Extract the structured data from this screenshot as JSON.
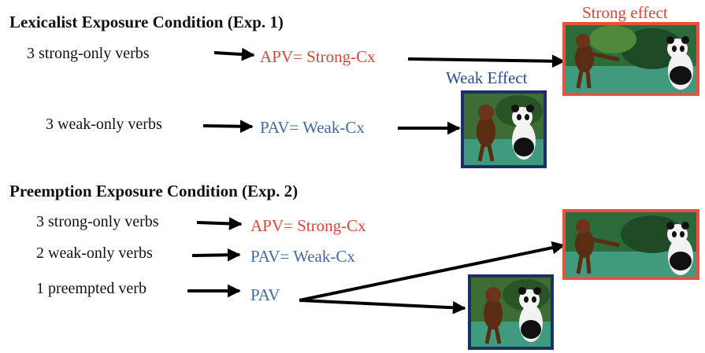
{
  "exp1": {
    "title": "Lexicalist Exposure Condition (Exp. 1)",
    "row1_label": "3 strong-only verbs",
    "row1_result": "APV= Strong-Cx",
    "row2_label": "3 weak-only verbs",
    "row2_result": "PAV= Weak-Cx",
    "strong_caption": "Strong effect",
    "weak_caption": "Weak Effect"
  },
  "exp2": {
    "title": "Preemption Exposure Condition (Exp. 2)",
    "row1_label": "3 strong-only verbs",
    "row1_result": "APV= Strong-Cx",
    "row2_label": "2 weak-only verbs",
    "row2_result": "PAV= Weak-Cx",
    "row3_label": "1 preempted verb",
    "row3_result": "PAV"
  },
  "colors": {
    "strong": "#d9473a",
    "weak": "#3f6aa8",
    "strong_frame": "#e8503f",
    "weak_frame": "#1c2f6b"
  }
}
